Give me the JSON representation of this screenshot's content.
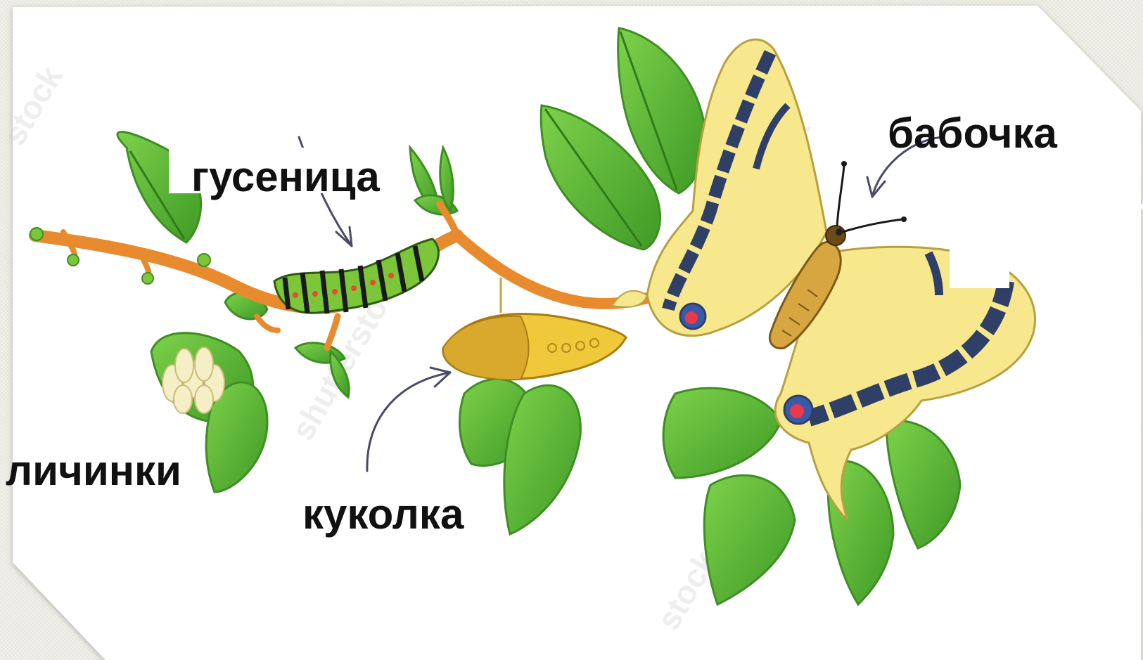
{
  "labels": {
    "caterpillar": "гусеница",
    "butterfly": "бабочка",
    "larvae": "личинки",
    "pupa": "куколка"
  },
  "watermark": "shutterstock",
  "colors": {
    "branch": "#e88a2e",
    "leaf": "#5cb838",
    "leaf_dark": "#3f8e24",
    "wing": "#f7e88e",
    "wing_band": "#2f3f66",
    "pupa": "#d9a92e",
    "egg": "#f4efc4",
    "caterpillar": "#7cc63a",
    "label": "#111111"
  }
}
